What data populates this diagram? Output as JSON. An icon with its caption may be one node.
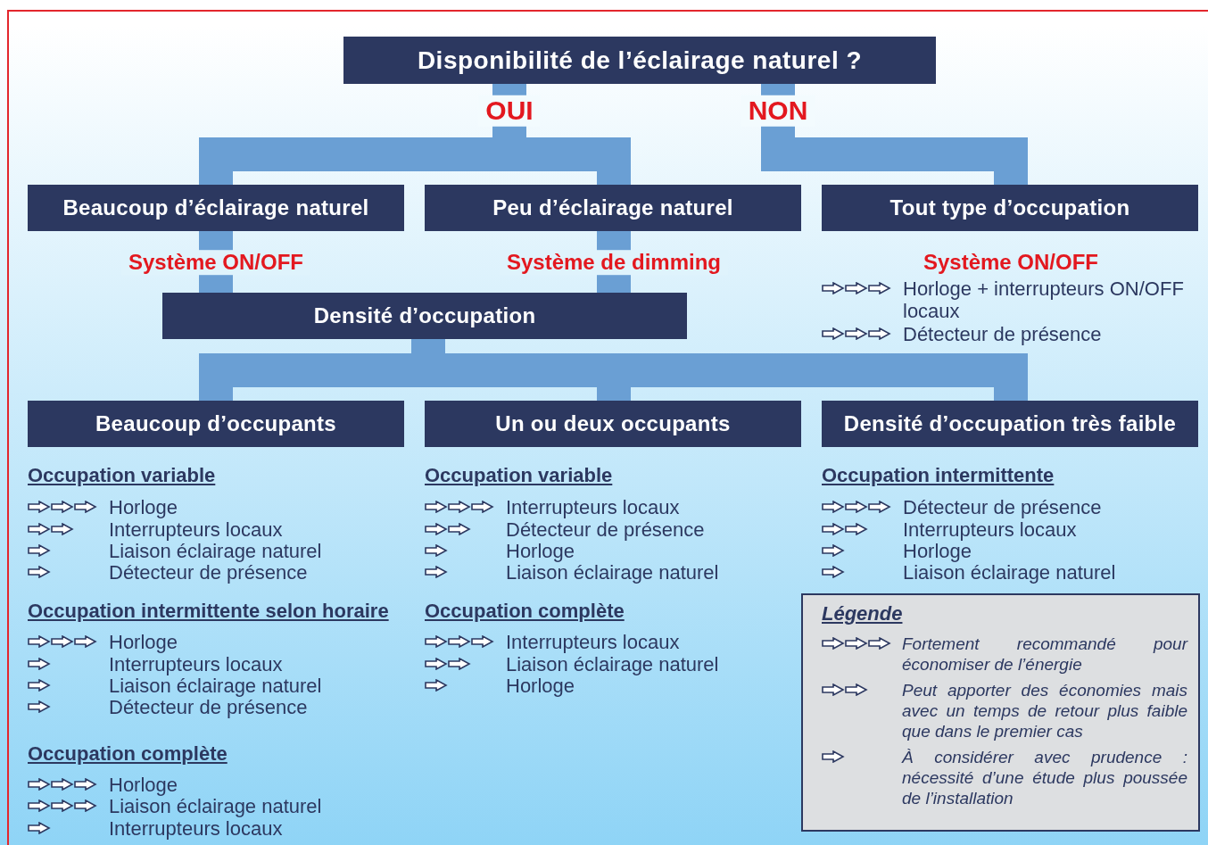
{
  "diagram": {
    "nodes": [
      {
        "text": [
          "Disponibilité de l’éclairage naturel ?"
        ]
      },
      {
        "text": [
          "Beaucoup d’éclairage naturel"
        ]
      },
      {
        "text": [
          "Peu d’éclairage naturel"
        ]
      },
      {
        "text": [
          "Tout type d’occupation"
        ]
      },
      {
        "text": [
          "Densité d’occupation"
        ]
      },
      {
        "text": [
          "Beaucoup d’occupants"
        ]
      },
      {
        "text": [
          "Un ou deux occupants"
        ]
      },
      {
        "text": [
          "Densité d’occupation très faible"
        ]
      }
    ],
    "edges": [
      {
        "from": 0,
        "to": 1,
        "arrow": "none",
        "label": "OUI"
      },
      {
        "from": 0,
        "to": 2,
        "arrow": "none"
      },
      {
        "from": 0,
        "to": 3,
        "arrow": "none",
        "label": "NON"
      },
      {
        "from": 1,
        "to": 4,
        "arrow": "none",
        "label": "Système ON/OFF"
      },
      {
        "from": 2,
        "to": 4,
        "arrow": "none",
        "label": "Système de dimming"
      },
      {
        "from": 4,
        "to": 5,
        "arrow": "none"
      },
      {
        "from": 4,
        "to": 6,
        "arrow": "none"
      },
      {
        "from": 4,
        "to": 7,
        "arrow": "none"
      }
    ],
    "labels": [
      "Système ON/OFF",
      "Horloge + interrupteurs ON/OFF locaux",
      "Détecteur de présence",
      "Occupation variable",
      "Horloge",
      "Interrupteurs locaux",
      "Liaison éclairage naturel",
      "Détecteur de présence",
      "Occupation intermittente selon horaire",
      "Horloge",
      "Interrupteurs locaux",
      "Liaison éclairage naturel",
      "Détecteur de présence",
      "Occupation complète",
      "Horloge",
      "Liaison éclairage naturel",
      "Interrupteurs locaux",
      "Occupation variable",
      "Interrupteurs locaux",
      "Détecteur de présence",
      "Horloge",
      "Liaison éclairage naturel",
      "Occupation complète",
      "Interrupteurs locaux",
      "Liaison éclairage naturel",
      "Horloge",
      "Occupation intermittente",
      "Détecteur de présence",
      "Interrupteurs locaux",
      "Horloge",
      "Liaison éclairage naturel",
      "Légende"
    ],
    "legend": [
      {
        "text": "Fortement recommandé pour économiser de l’énergie"
      },
      {
        "text": "Peut apporter des économies mais avec un temps de retour plus faible que dans le premier cas"
      },
      {
        "text": "À considérer avec prudence : nécessité d’une étude plus poussée de l’installation"
      }
    ]
  }
}
